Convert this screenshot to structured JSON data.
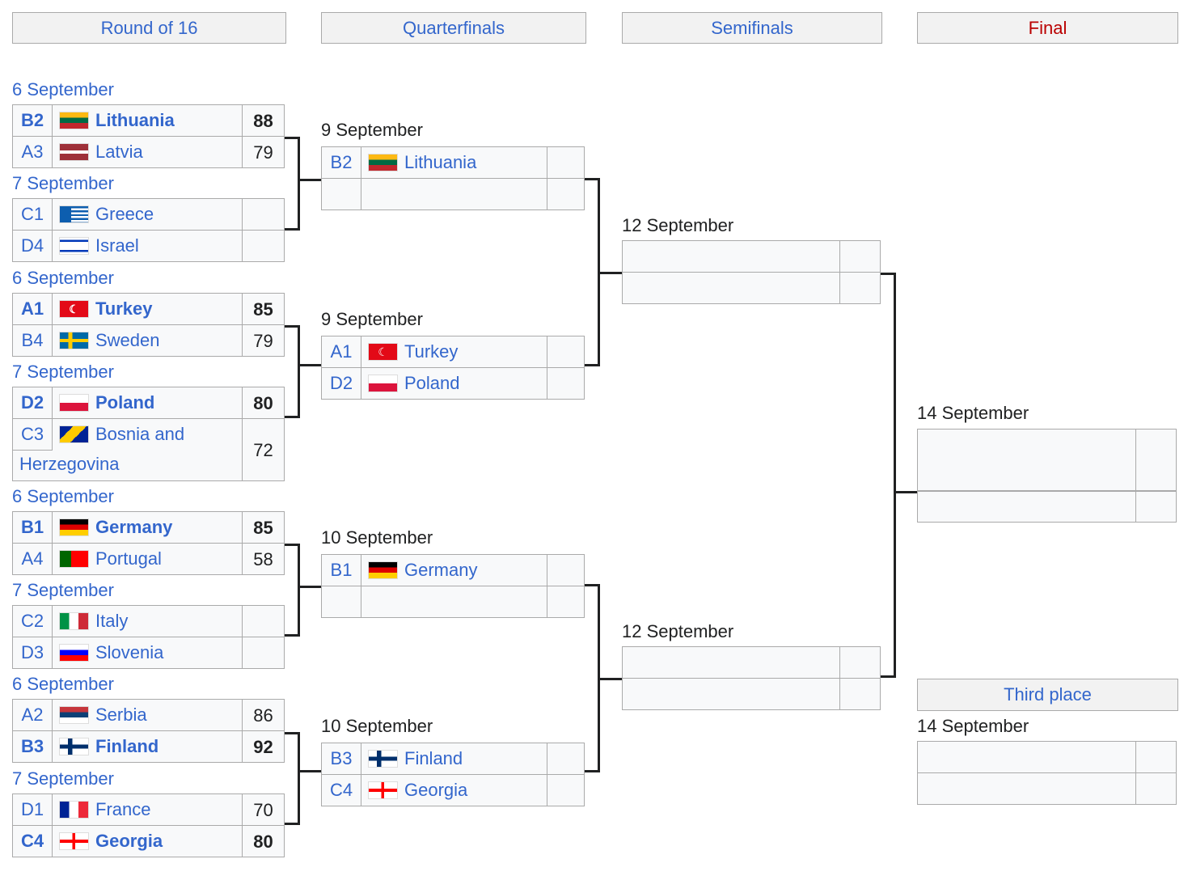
{
  "headers": [
    "Round of 16",
    "Quarterfinals",
    "Semifinals",
    "Final",
    "Third place"
  ],
  "round_of_16": [
    {
      "date": "6 September",
      "teams": [
        {
          "seed": "B2",
          "name": "Lithuania",
          "flag": "lithuania",
          "score": "88",
          "winner": true
        },
        {
          "seed": "A3",
          "name": "Latvia",
          "flag": "latvia",
          "score": "79",
          "winner": false
        }
      ]
    },
    {
      "date": "7 September",
      "teams": [
        {
          "seed": "C1",
          "name": "Greece",
          "flag": "greece",
          "score": "",
          "winner": false
        },
        {
          "seed": "D4",
          "name": "Israel",
          "flag": "israel",
          "score": "",
          "winner": false
        }
      ]
    },
    {
      "date": "6 September",
      "teams": [
        {
          "seed": "A1",
          "name": "Turkey",
          "flag": "turkey",
          "score": "85",
          "winner": true
        },
        {
          "seed": "B4",
          "name": "Sweden",
          "flag": "sweden",
          "score": "79",
          "winner": false
        }
      ]
    },
    {
      "date": "7 September",
      "teams": [
        {
          "seed": "D2",
          "name": "Poland",
          "flag": "poland",
          "score": "80",
          "winner": true
        },
        {
          "seed": "C3",
          "name": "Bosnia and Herzegovina",
          "flag": "bosnia",
          "score": "72",
          "winner": false
        }
      ]
    },
    {
      "date": "6 September",
      "teams": [
        {
          "seed": "B1",
          "name": "Germany",
          "flag": "germany",
          "score": "85",
          "winner": true
        },
        {
          "seed": "A4",
          "name": "Portugal",
          "flag": "portugal",
          "score": "58",
          "winner": false
        }
      ]
    },
    {
      "date": "7 September",
      "teams": [
        {
          "seed": "C2",
          "name": "Italy",
          "flag": "italy",
          "score": "",
          "winner": false
        },
        {
          "seed": "D3",
          "name": "Slovenia",
          "flag": "slovenia",
          "score": "",
          "winner": false
        }
      ]
    },
    {
      "date": "6 September",
      "teams": [
        {
          "seed": "A2",
          "name": "Serbia",
          "flag": "serbia",
          "score": "86",
          "winner": false
        },
        {
          "seed": "B3",
          "name": "Finland",
          "flag": "finland",
          "score": "92",
          "winner": true
        }
      ]
    },
    {
      "date": "7 September",
      "teams": [
        {
          "seed": "D1",
          "name": "France",
          "flag": "france",
          "score": "70",
          "winner": false
        },
        {
          "seed": "C4",
          "name": "Georgia",
          "flag": "georgia",
          "score": "80",
          "winner": true
        }
      ]
    }
  ],
  "quarterfinals": [
    {
      "date": "9 September",
      "teams": [
        {
          "seed": "B2",
          "name": "Lithuania",
          "flag": "lithuania",
          "score": ""
        },
        {
          "seed": "",
          "name": "",
          "flag": "",
          "score": ""
        }
      ]
    },
    {
      "date": "9 September",
      "teams": [
        {
          "seed": "A1",
          "name": "Turkey",
          "flag": "turkey",
          "score": ""
        },
        {
          "seed": "D2",
          "name": "Poland",
          "flag": "poland",
          "score": ""
        }
      ]
    },
    {
      "date": "10 September",
      "teams": [
        {
          "seed": "B1",
          "name": "Germany",
          "flag": "germany",
          "score": ""
        },
        {
          "seed": "",
          "name": "",
          "flag": "",
          "score": ""
        }
      ]
    },
    {
      "date": "10 September",
      "teams": [
        {
          "seed": "B3",
          "name": "Finland",
          "flag": "finland",
          "score": ""
        },
        {
          "seed": "C4",
          "name": "Georgia",
          "flag": "georgia",
          "score": ""
        }
      ]
    }
  ],
  "semifinals": [
    {
      "date": "12 September"
    },
    {
      "date": "12 September"
    }
  ],
  "final": {
    "date": "14 September"
  },
  "third_place": {
    "date": "14 September"
  },
  "colors": {
    "link": "#3366cc",
    "final_header": "#ba0000",
    "cell_bg": "#f8f9fa",
    "border": "#aaa"
  }
}
